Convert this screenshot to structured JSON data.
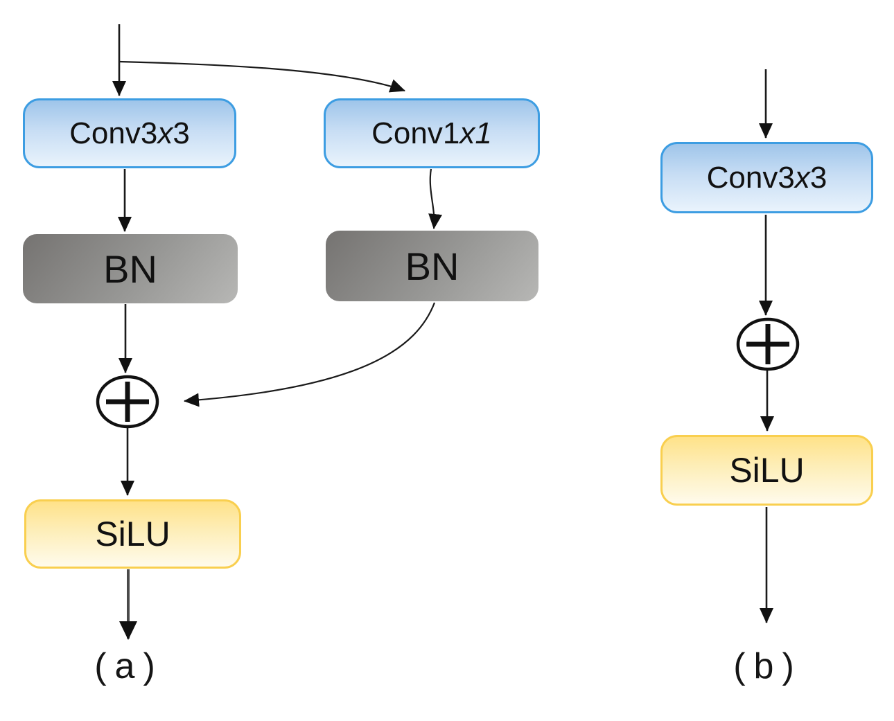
{
  "colors": {
    "conv_border": "#3d9de2",
    "conv_top": "#9fc5ea",
    "conv_bottom": "#e9f3fc",
    "bn_dark": "#757371",
    "bn_light": "#b7b7b5",
    "silu_border": "#f9cf4f",
    "silu_top": "#ffe289",
    "silu_bottom": "#fffbec",
    "wire": "#1a1a1a"
  },
  "diagram_a": {
    "label": "(a)",
    "conv3x3": {
      "prefix": "Conv3",
      "italic": "x",
      "suffix": "3"
    },
    "conv1x1": {
      "prefix": "Conv1",
      "italic": "x1",
      "suffix": ""
    },
    "bn_left": "BN",
    "bn_right": "BN",
    "silu": "SiLU",
    "add_icon": "plus-circle"
  },
  "diagram_b": {
    "label": "(b)",
    "conv3x3": {
      "prefix": "Conv3",
      "italic": "x",
      "suffix": "3"
    },
    "silu": "SiLU",
    "add_icon": "plus-circle"
  }
}
